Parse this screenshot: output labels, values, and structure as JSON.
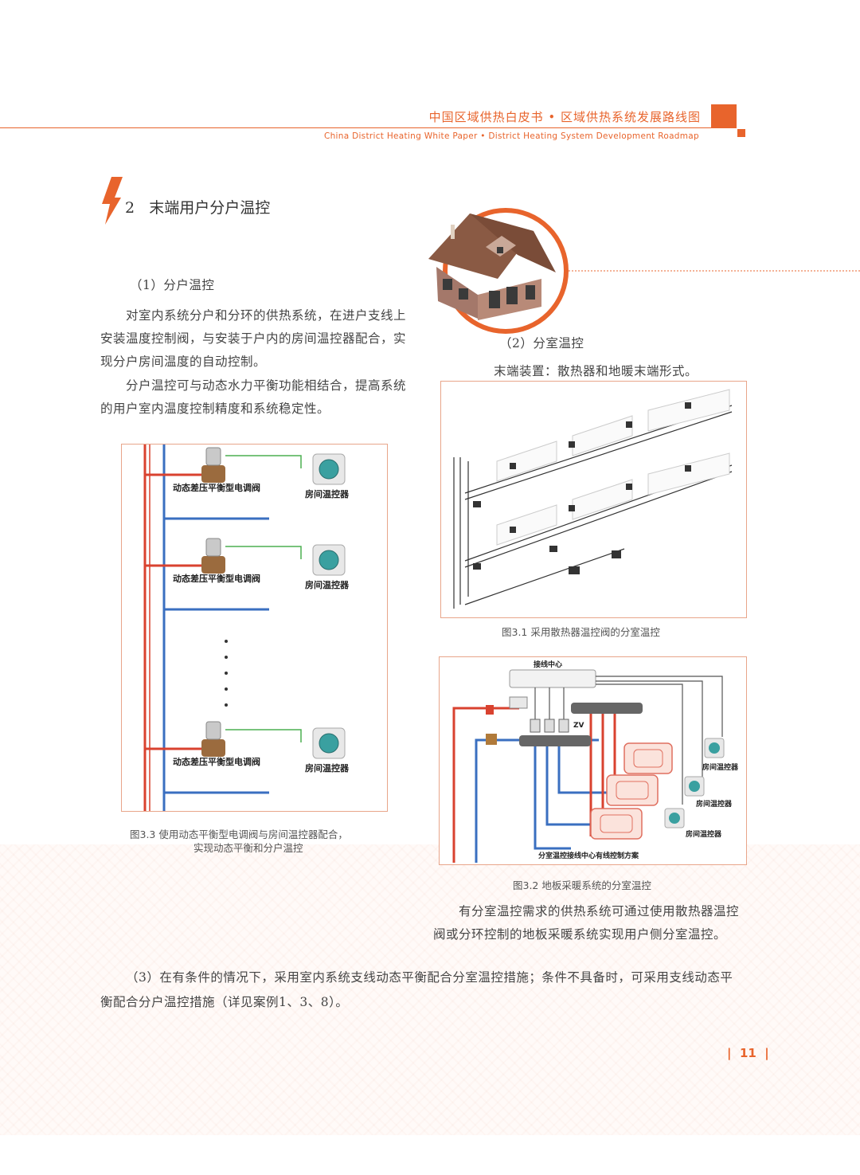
{
  "header": {
    "title_cn": "中国区域供热白皮书 • 区域供热系统发展路线图",
    "title_en": "China District Heating White Paper  •  District Heating System Development Roadmap"
  },
  "section": {
    "number": "2",
    "title": "末端用户分户温控"
  },
  "left": {
    "subhead": "（1）分户温控",
    "para1": "对室内系统分户和分环的供热系统，在进户支线上安装温度控制阀，与安装于户内的房间温控器配合，实现分户房间温度的自动控制。",
    "para2": "分户温控可与动态水力平衡功能相结合，提高系统的用户室内温度控制精度和系统稳定性。"
  },
  "right": {
    "subhead": "（2）分室温控",
    "terminal": "末端装置：散热器和地暖末端形式。"
  },
  "fig33": {
    "valve_label": "动态差压平衡型电调阀",
    "thermostat_label": "房间温控器",
    "caption_line1": "图3.3 使用动态平衡型电调阀与房间温控器配合，",
    "caption_line2": "实现动态平衡和分户温控"
  },
  "fig31": {
    "caption": "图3.1 采用散热器温控阀的分室温控"
  },
  "fig32": {
    "hub_label": "接线中心",
    "zv_label": "ZV",
    "thermostat_label": "房间温控器",
    "bottom_label": "分室温控接线中心有线控制方案",
    "caption": "图3.2 地板采暖系统的分室温控"
  },
  "summary_text": "有分室温控需求的供热系统可通过使用散热器温控阀或分环控制的地板采暖系统实现用户侧分室温控。",
  "point3": "（3）在有条件的情况下，采用室内系统支线动态平衡配合分室温控措施；条件不具备时，可采用支线动态平衡配合分户温控措施（详见案例1、3、8）。",
  "page_number": "11",
  "colors": {
    "accent": "#e8642c",
    "supply": "#d9422f",
    "return": "#3a6fc0",
    "signal": "#4caf50"
  }
}
